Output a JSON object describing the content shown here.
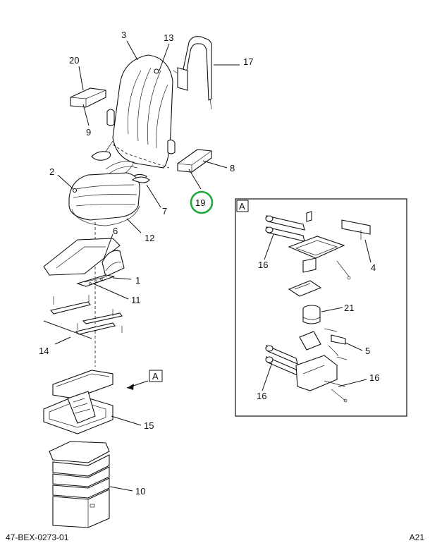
{
  "callouts": {
    "c1": "1",
    "c2": "2",
    "c3": "3",
    "c4": "4",
    "c5": "5",
    "c6": "6",
    "c7": "7",
    "c8": "8",
    "c9": "9",
    "c10": "10",
    "c11": "11",
    "c12": "12",
    "c13": "13",
    "c14": "14",
    "c15": "15",
    "c16a": "16",
    "c16b": "16",
    "c16c": "16",
    "c17": "17",
    "c19": "19",
    "c20": "20",
    "c21": "21"
  },
  "view_reference": "A",
  "detail_view_label": "A",
  "footer": {
    "doc_id": "47-BEX-0273-01",
    "page": "A21"
  },
  "highlight": {
    "callout": "19",
    "color": "#22a83a"
  }
}
